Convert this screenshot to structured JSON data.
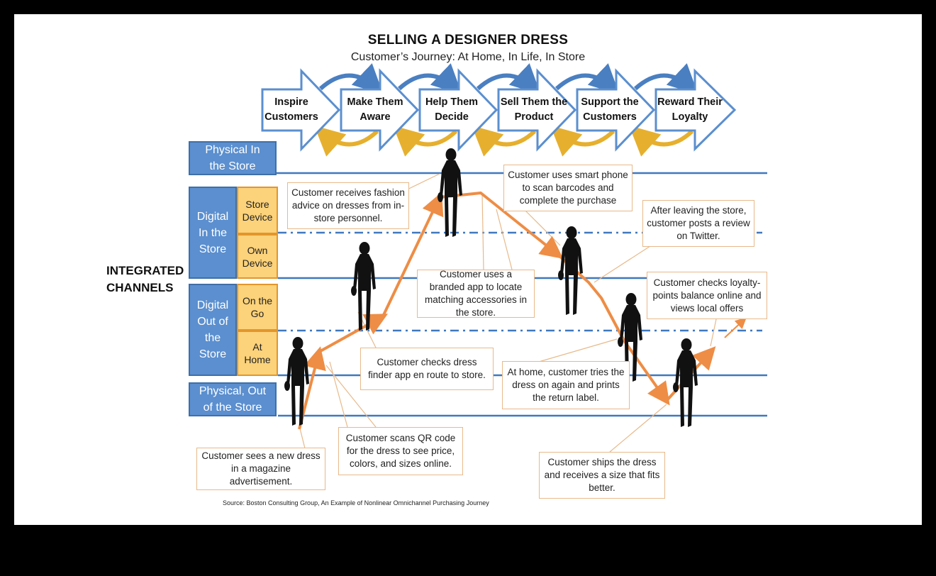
{
  "title": "SELLING A DESIGNER DRESS",
  "subtitle": "Customer’s Journey: At Home, In Life, In Store",
  "stages": [
    {
      "line1": "Inspire",
      "line2": "Customers"
    },
    {
      "line1": "Make Them",
      "line2": "Aware"
    },
    {
      "line1": "Help Them",
      "line2": "Decide"
    },
    {
      "line1": "Sell Them the",
      "line2": "Product"
    },
    {
      "line1": "Support the",
      "line2": "Customers"
    },
    {
      "line1": "Reward Their",
      "line2": "Loyalty"
    }
  ],
  "integrated_label": {
    "line1": "INTEGRATED",
    "line2": "CHANNELS"
  },
  "channels": {
    "physical_in_store": {
      "line1": "Physical In",
      "line2": "the Store"
    },
    "digital_in_store": {
      "line1": "Digital",
      "line2": "In the",
      "line3": "Store"
    },
    "digital_out_store": {
      "line1": "Digital",
      "line2": "Out of",
      "line3": "the",
      "line4": "Store"
    },
    "physical_out_store": {
      "line1": "Physical, Out",
      "line2": "of the Store"
    }
  },
  "subchannels": {
    "store_device": {
      "line1": "Store",
      "line2": "Device"
    },
    "own_device": {
      "line1": "Own",
      "line2": "Device"
    },
    "on_the_go": {
      "line1": "On the",
      "line2": "Go"
    },
    "at_home": {
      "line1": "At",
      "line2": "Home"
    }
  },
  "callouts": {
    "fashion_advice": "Customer receives fashion advice on dresses from in-store personnel.",
    "smart_phone": "Customer uses smart phone to scan barcodes and complete the purchase",
    "review_twitter": "After leaving the store, customer posts a review on Twitter.",
    "branded_app": "Customer uses a branded app to locate matching accessories in the store.",
    "loyalty_points": "Customer checks loyalty-points balance online and views local offers",
    "dress_finder": "Customer checks dress finder app en route to store.",
    "at_home_tries": "At home, customer tries the dress on again and prints the return label.",
    "qr_code": "Customer scans QR code for the dress to see price, colors, and sizes online.",
    "magazine": "Customer sees a new dress in a magazine advertisement.",
    "ships_dress": "Customer ships the dress and receives a size that fits better."
  },
  "source": "Source: Boston Consulting Group, An Example of Nonlinear Omnichannel Purchasing Journey",
  "colors": {
    "channel_blue": "#5B8FCF",
    "subchannel_fill": "#FCD27A",
    "subchannel_border": "#E3962C",
    "journey_path": "#EE8D45",
    "stage_arrow_border": "#5B8FCF",
    "cycle_blue": "#4A7FC1",
    "cycle_gold": "#E6B02E",
    "callout_border": "#E8B98A"
  }
}
